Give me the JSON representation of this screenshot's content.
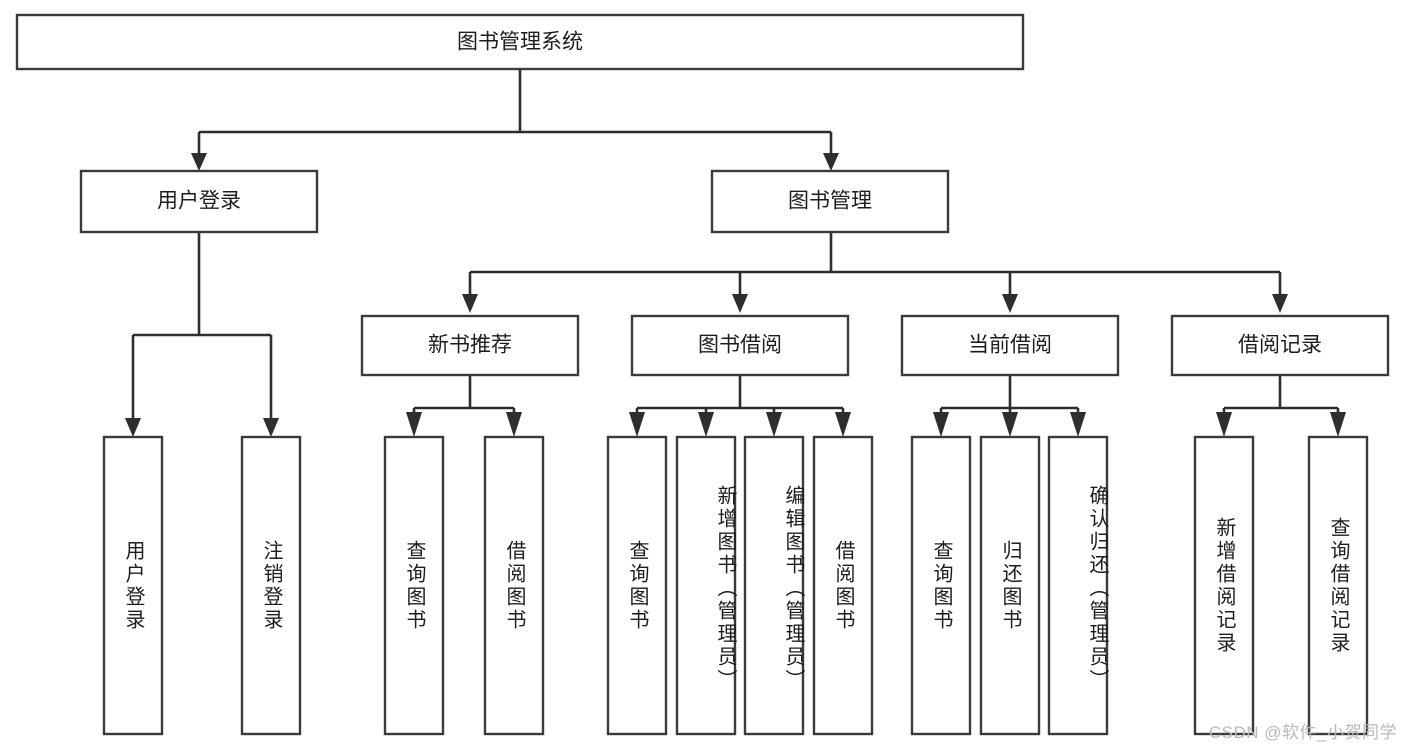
{
  "diagram": {
    "title": "图书管理系统",
    "type": "tree-hierarchy",
    "root": {
      "id": "root",
      "label": "图书管理系统"
    },
    "level2": [
      {
        "id": "user-login",
        "label": "用户登录"
      },
      {
        "id": "book-manage",
        "label": "图书管理"
      }
    ],
    "level3": [
      {
        "id": "new-book-rec",
        "label": "新书推荐",
        "parent": "book-manage"
      },
      {
        "id": "book-borrow",
        "label": "图书借阅",
        "parent": "book-manage"
      },
      {
        "id": "current-borrow",
        "label": "当前借阅",
        "parent": "book-manage"
      },
      {
        "id": "borrow-record",
        "label": "借阅记录",
        "parent": "book-manage"
      }
    ],
    "leaves": [
      {
        "id": "leaf-user-login",
        "label": "用户登录",
        "parent": "user-login"
      },
      {
        "id": "leaf-user-logout",
        "label": "注销登录",
        "parent": "user-login"
      },
      {
        "id": "leaf-query-book-1",
        "label": "查询图书",
        "parent": "new-book-rec"
      },
      {
        "id": "leaf-borrow-book-1",
        "label": "借阅图书",
        "parent": "new-book-rec"
      },
      {
        "id": "leaf-query-book-2",
        "label": "查询图书",
        "parent": "book-borrow"
      },
      {
        "id": "leaf-add-book",
        "label": "新增图书（管理员）",
        "parent": "book-borrow"
      },
      {
        "id": "leaf-edit-book",
        "label": "编辑图书（管理员）",
        "parent": "book-borrow"
      },
      {
        "id": "leaf-borrow-book-2",
        "label": "借阅图书",
        "parent": "book-borrow"
      },
      {
        "id": "leaf-query-book-3",
        "label": "查询图书",
        "parent": "current-borrow"
      },
      {
        "id": "leaf-return-book",
        "label": "归还图书",
        "parent": "current-borrow"
      },
      {
        "id": "leaf-confirm-return",
        "label": "确认归还（管理员）",
        "parent": "current-borrow"
      },
      {
        "id": "leaf-add-record",
        "label": "新增借阅记录",
        "parent": "borrow-record"
      },
      {
        "id": "leaf-query-record",
        "label": "查询借阅记录",
        "parent": "borrow-record"
      }
    ]
  },
  "watermark": {
    "text": "CSDN @软件_小贺同学"
  },
  "colors": {
    "box_stroke": "#3a3a3a",
    "connector": "#2e2e2e",
    "text": "#1d1d1d",
    "background": "#ffffff",
    "watermark": "#b9b9b9"
  }
}
